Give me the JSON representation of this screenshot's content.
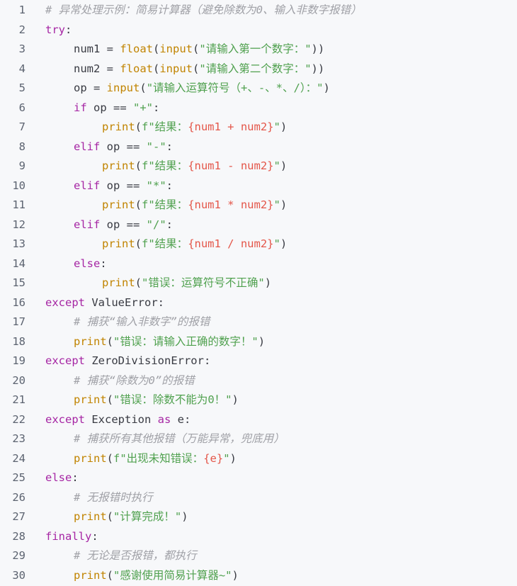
{
  "lines": [
    {
      "num": "1",
      "indent": 0,
      "tokens": [
        {
          "t": "cmt",
          "v": "# 异常处理示例：简易计算器（避免除数为0、输入非数字报错）"
        }
      ]
    },
    {
      "num": "2",
      "indent": 0,
      "tokens": [
        {
          "t": "kw",
          "v": "try"
        },
        {
          "t": "op",
          "v": ":"
        }
      ]
    },
    {
      "num": "3",
      "indent": 1,
      "tokens": [
        {
          "t": "op",
          "v": "num1 = "
        },
        {
          "t": "fn",
          "v": "float"
        },
        {
          "t": "op",
          "v": "("
        },
        {
          "t": "fn",
          "v": "input"
        },
        {
          "t": "op",
          "v": "("
        },
        {
          "t": "str",
          "v": "\"请输入第一个数字：\""
        },
        {
          "t": "op",
          "v": "))"
        }
      ]
    },
    {
      "num": "4",
      "indent": 1,
      "tokens": [
        {
          "t": "op",
          "v": "num2 = "
        },
        {
          "t": "fn",
          "v": "float"
        },
        {
          "t": "op",
          "v": "("
        },
        {
          "t": "fn",
          "v": "input"
        },
        {
          "t": "op",
          "v": "("
        },
        {
          "t": "str",
          "v": "\"请输入第二个数字：\""
        },
        {
          "t": "op",
          "v": "))"
        }
      ]
    },
    {
      "num": "5",
      "indent": 1,
      "tokens": [
        {
          "t": "op",
          "v": "op = "
        },
        {
          "t": "fn",
          "v": "input"
        },
        {
          "t": "op",
          "v": "("
        },
        {
          "t": "str",
          "v": "\"请输入运算符号（+、-、*、/）：\""
        },
        {
          "t": "op",
          "v": ")"
        }
      ]
    },
    {
      "num": "6",
      "indent": 1,
      "tokens": [
        {
          "t": "kw",
          "v": "if"
        },
        {
          "t": "op",
          "v": " op == "
        },
        {
          "t": "str",
          "v": "\"+\""
        },
        {
          "t": "op",
          "v": ":"
        }
      ]
    },
    {
      "num": "7",
      "indent": 2,
      "tokens": [
        {
          "t": "fn",
          "v": "print"
        },
        {
          "t": "op",
          "v": "("
        },
        {
          "t": "str",
          "v": "f\"结果："
        },
        {
          "t": "sub",
          "v": "{num1 + num2}"
        },
        {
          "t": "str",
          "v": "\""
        },
        {
          "t": "op",
          "v": ")"
        }
      ]
    },
    {
      "num": "8",
      "indent": 1,
      "tokens": [
        {
          "t": "kw",
          "v": "elif"
        },
        {
          "t": "op",
          "v": " op == "
        },
        {
          "t": "str",
          "v": "\"-\""
        },
        {
          "t": "op",
          "v": ":"
        }
      ]
    },
    {
      "num": "9",
      "indent": 2,
      "tokens": [
        {
          "t": "fn",
          "v": "print"
        },
        {
          "t": "op",
          "v": "("
        },
        {
          "t": "str",
          "v": "f\"结果："
        },
        {
          "t": "sub",
          "v": "{num1 - num2}"
        },
        {
          "t": "str",
          "v": "\""
        },
        {
          "t": "op",
          "v": ")"
        }
      ]
    },
    {
      "num": "10",
      "indent": 1,
      "tokens": [
        {
          "t": "kw",
          "v": "elif"
        },
        {
          "t": "op",
          "v": " op == "
        },
        {
          "t": "str",
          "v": "\"*\""
        },
        {
          "t": "op",
          "v": ":"
        }
      ]
    },
    {
      "num": "11",
      "indent": 2,
      "tokens": [
        {
          "t": "fn",
          "v": "print"
        },
        {
          "t": "op",
          "v": "("
        },
        {
          "t": "str",
          "v": "f\"结果："
        },
        {
          "t": "sub",
          "v": "{num1 * num2}"
        },
        {
          "t": "str",
          "v": "\""
        },
        {
          "t": "op",
          "v": ")"
        }
      ]
    },
    {
      "num": "12",
      "indent": 1,
      "tokens": [
        {
          "t": "kw",
          "v": "elif"
        },
        {
          "t": "op",
          "v": " op == "
        },
        {
          "t": "str",
          "v": "\"/\""
        },
        {
          "t": "op",
          "v": ":"
        }
      ]
    },
    {
      "num": "13",
      "indent": 2,
      "tokens": [
        {
          "t": "fn",
          "v": "print"
        },
        {
          "t": "op",
          "v": "("
        },
        {
          "t": "str",
          "v": "f\"结果："
        },
        {
          "t": "sub",
          "v": "{num1 / num2}"
        },
        {
          "t": "str",
          "v": "\""
        },
        {
          "t": "op",
          "v": ")"
        }
      ]
    },
    {
      "num": "14",
      "indent": 1,
      "tokens": [
        {
          "t": "kw",
          "v": "else"
        },
        {
          "t": "op",
          "v": ":"
        }
      ]
    },
    {
      "num": "15",
      "indent": 2,
      "tokens": [
        {
          "t": "fn",
          "v": "print"
        },
        {
          "t": "op",
          "v": "("
        },
        {
          "t": "str",
          "v": "\"错误：运算符号不正确\""
        },
        {
          "t": "op",
          "v": ")"
        }
      ]
    },
    {
      "num": "16",
      "indent": 0,
      "tokens": [
        {
          "t": "kw",
          "v": "except"
        },
        {
          "t": "op",
          "v": " ValueError:"
        }
      ]
    },
    {
      "num": "17",
      "indent": 1,
      "tokens": [
        {
          "t": "cmt",
          "v": "# 捕获“输入非数字”的报错"
        }
      ]
    },
    {
      "num": "18",
      "indent": 1,
      "tokens": [
        {
          "t": "fn",
          "v": "print"
        },
        {
          "t": "op",
          "v": "("
        },
        {
          "t": "str",
          "v": "\"错误：请输入正确的数字！\""
        },
        {
          "t": "op",
          "v": ")"
        }
      ]
    },
    {
      "num": "19",
      "indent": 0,
      "tokens": [
        {
          "t": "kw",
          "v": "except"
        },
        {
          "t": "op",
          "v": " ZeroDivisionError:"
        }
      ]
    },
    {
      "num": "20",
      "indent": 1,
      "tokens": [
        {
          "t": "cmt",
          "v": "# 捕获“除数为0”的报错"
        }
      ]
    },
    {
      "num": "21",
      "indent": 1,
      "tokens": [
        {
          "t": "fn",
          "v": "print"
        },
        {
          "t": "op",
          "v": "("
        },
        {
          "t": "str",
          "v": "\"错误：除数不能为0！\""
        },
        {
          "t": "op",
          "v": ")"
        }
      ]
    },
    {
      "num": "22",
      "indent": 0,
      "tokens": [
        {
          "t": "kw",
          "v": "except"
        },
        {
          "t": "op",
          "v": " Exception "
        },
        {
          "t": "kw",
          "v": "as"
        },
        {
          "t": "op",
          "v": " e:"
        }
      ]
    },
    {
      "num": "23",
      "indent": 1,
      "tokens": [
        {
          "t": "cmt",
          "v": "# 捕获所有其他报错（万能异常，兜底用）"
        }
      ]
    },
    {
      "num": "24",
      "indent": 1,
      "tokens": [
        {
          "t": "fn",
          "v": "print"
        },
        {
          "t": "op",
          "v": "("
        },
        {
          "t": "str",
          "v": "f\"出现未知错误："
        },
        {
          "t": "sub",
          "v": "{e}"
        },
        {
          "t": "str",
          "v": "\""
        },
        {
          "t": "op",
          "v": ")"
        }
      ]
    },
    {
      "num": "25",
      "indent": 0,
      "tokens": [
        {
          "t": "kw",
          "v": "else"
        },
        {
          "t": "op",
          "v": ":"
        }
      ]
    },
    {
      "num": "26",
      "indent": 1,
      "tokens": [
        {
          "t": "cmt",
          "v": "# 无报错时执行"
        }
      ]
    },
    {
      "num": "27",
      "indent": 1,
      "tokens": [
        {
          "t": "fn",
          "v": "print"
        },
        {
          "t": "op",
          "v": "("
        },
        {
          "t": "str",
          "v": "\"计算完成！\""
        },
        {
          "t": "op",
          "v": ")"
        }
      ]
    },
    {
      "num": "28",
      "indent": 0,
      "tokens": [
        {
          "t": "kw",
          "v": "finally"
        },
        {
          "t": "op",
          "v": ":"
        }
      ]
    },
    {
      "num": "29",
      "indent": 1,
      "tokens": [
        {
          "t": "cmt",
          "v": "# 无论是否报错，都执行"
        }
      ]
    },
    {
      "num": "30",
      "indent": 1,
      "tokens": [
        {
          "t": "fn",
          "v": "print"
        },
        {
          "t": "op",
          "v": "("
        },
        {
          "t": "str",
          "v": "\"感谢使用简易计算器~\""
        },
        {
          "t": "op",
          "v": ")"
        }
      ]
    }
  ]
}
